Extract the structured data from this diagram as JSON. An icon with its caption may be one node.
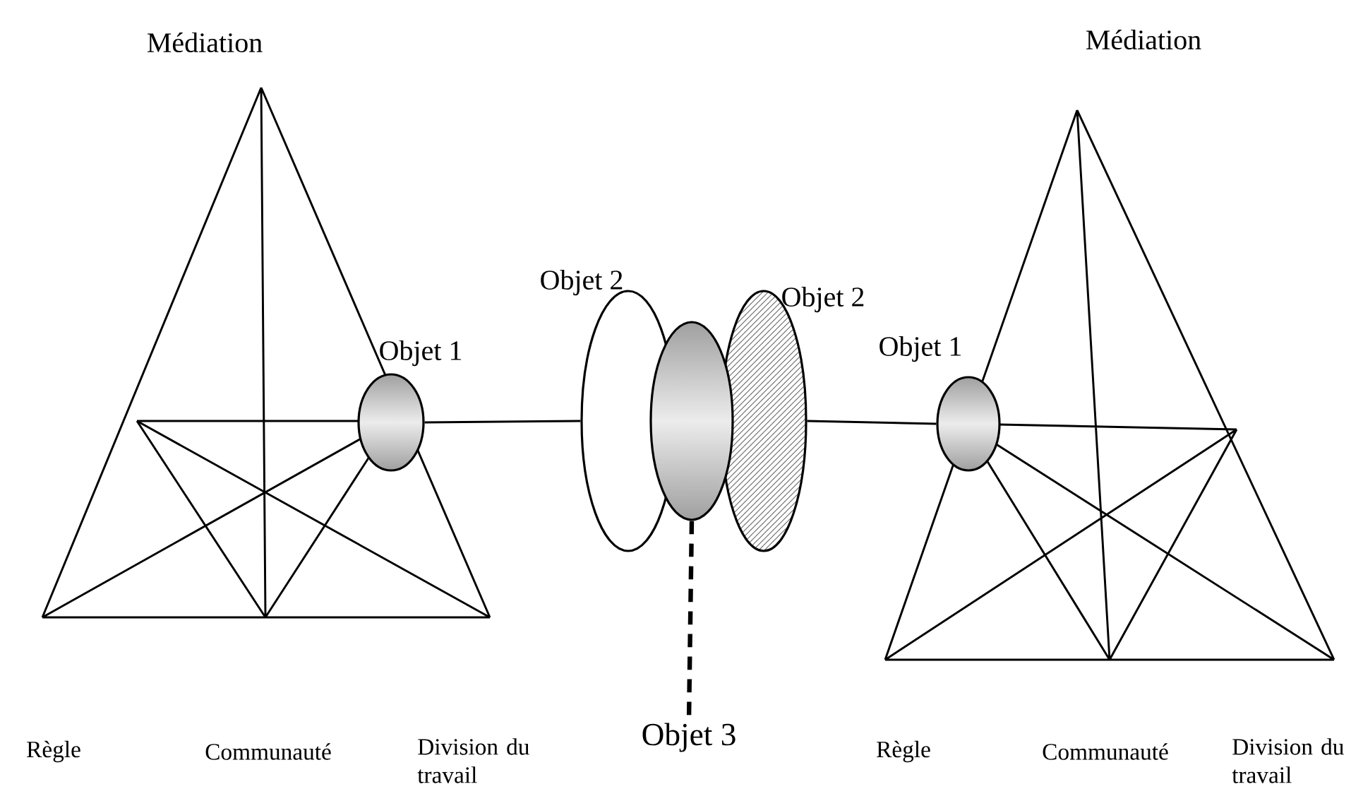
{
  "diagram": {
    "nodes": [
      {
        "text": [
          "Objet 1"
        ]
      },
      {
        "text": [
          "Objet 2"
        ]
      },
      {
        "text": [],
        "shape": "ellipse"
      },
      {
        "text": [
          "Objet 2"
        ]
      },
      {
        "text": [
          "Objet 1"
        ]
      },
      {
        "text": [
          "Objet 3"
        ]
      }
    ],
    "edges": [
      {
        "from": 0,
        "to": 1,
        "arrow": "none"
      },
      {
        "from": 3,
        "to": 4,
        "arrow": "none"
      },
      {
        "from": 2,
        "to": 5,
        "arrow": "none",
        "style": "dashed"
      }
    ],
    "labels": [
      "Médiation",
      "Médiation",
      "Règle",
      "Communauté",
      "Division du travail",
      "Règle",
      "Communauté",
      "Division du travail"
    ]
  }
}
